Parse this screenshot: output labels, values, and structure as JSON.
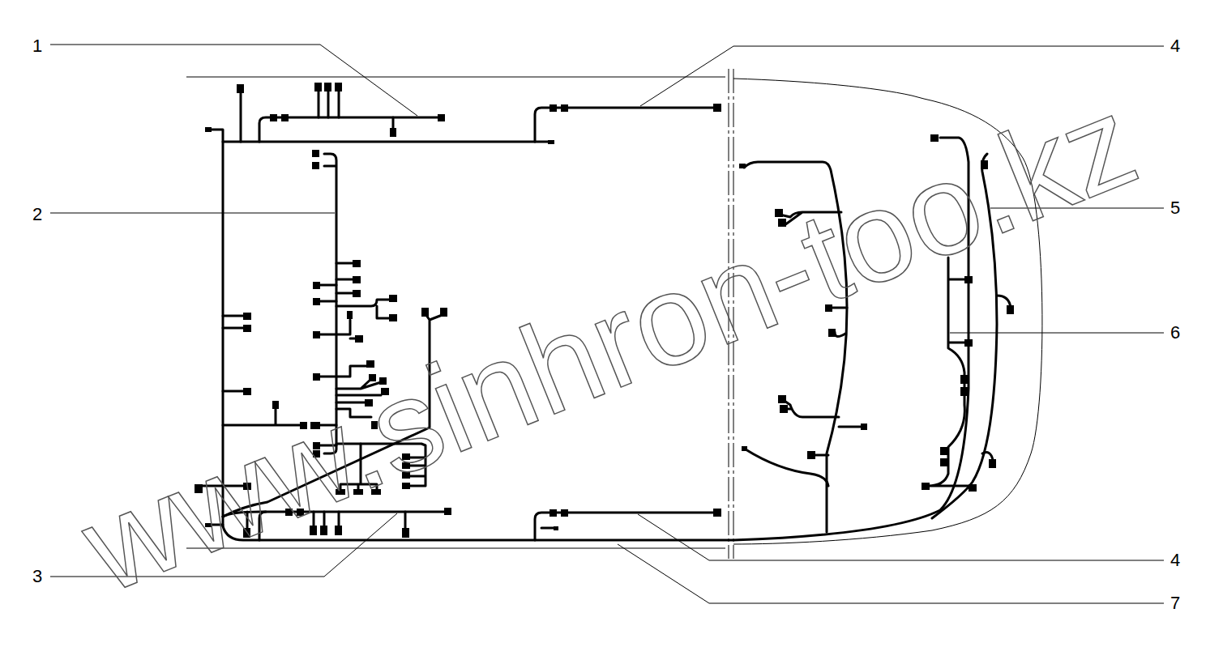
{
  "diagram": {
    "labels": [
      "1",
      "4",
      "2",
      "5",
      "6",
      "3",
      "4",
      "7",
      "www.sinhron-too.kz"
    ]
  }
}
